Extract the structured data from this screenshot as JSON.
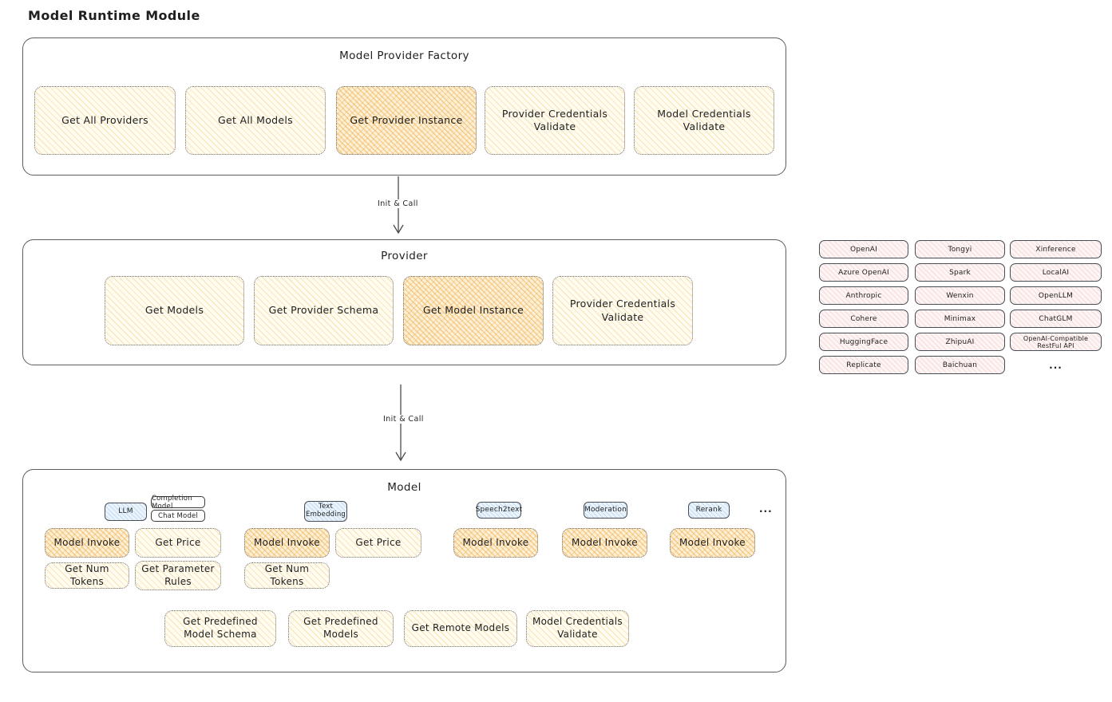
{
  "title": "Model Runtime Module",
  "colors": {
    "text": "#1f1f1f",
    "panel_border": "#5d5d5d",
    "cream_bg": "#fffdf2",
    "cream_hatch": "#f1c169",
    "orange_bg": "#fcf0d6",
    "orange_hatch": "#f0a63f",
    "pink_bg": "#fdf4f4",
    "pink_hatch": "#e89c9c",
    "blue_bg": "#ebf4fc",
    "blue_hatch": "#74aadd"
  },
  "factory": {
    "title": "Model Provider Factory",
    "buttons": [
      {
        "label": "Get All Providers"
      },
      {
        "label": "Get All Models"
      },
      {
        "label": "Get Provider Instance"
      },
      {
        "label": "Provider Credentials Validate"
      },
      {
        "label": "Model Credentials Validate"
      }
    ]
  },
  "arrow1": {
    "label": "Init & Call"
  },
  "arrow2": {
    "label": "Init & Call"
  },
  "provider": {
    "title": "Provider",
    "buttons": [
      {
        "label": "Get Models"
      },
      {
        "label": "Get Provider Schema"
      },
      {
        "label": "Get Model Instance"
      },
      {
        "label": "Provider Credentials Validate"
      }
    ]
  },
  "providers": {
    "col1": [
      "OpenAI",
      "Azure OpenAI",
      "Anthropic",
      "Cohere",
      "HuggingFace",
      "Replicate"
    ],
    "col2": [
      "Tongyi",
      "Spark",
      "Wenxin",
      "Minimax",
      "ZhipuAI",
      "Baichuan"
    ],
    "col3": [
      "Xinference",
      "LocalAI",
      "OpenLLM",
      "ChatGLM",
      "OpenAI-Compatible RestFul API"
    ],
    "more": "..."
  },
  "model": {
    "title": "Model",
    "tabs": {
      "llm": "LLM",
      "completion": "Completion Model",
      "chat": "Chat Model",
      "embedding": "Text Embedding",
      "speech2text": "Speech2text",
      "moderation": "Moderation",
      "rerank": "Rerank",
      "more": "..."
    },
    "llm": {
      "invoke": "Model Invoke",
      "price": "Get Price",
      "tokens": "Get Num Tokens",
      "params": "Get Parameter Rules"
    },
    "embedding": {
      "invoke": "Model Invoke",
      "price": "Get Price",
      "tokens": "Get Num Tokens"
    },
    "speech": {
      "invoke": "Model Invoke"
    },
    "moderation": {
      "invoke": "Model Invoke"
    },
    "rerank": {
      "invoke": "Model Invoke"
    },
    "shared": [
      "Get Predefined Model Schema",
      "Get Predefined Models",
      "Get Remote Models",
      "Model Credentials Validate"
    ]
  }
}
